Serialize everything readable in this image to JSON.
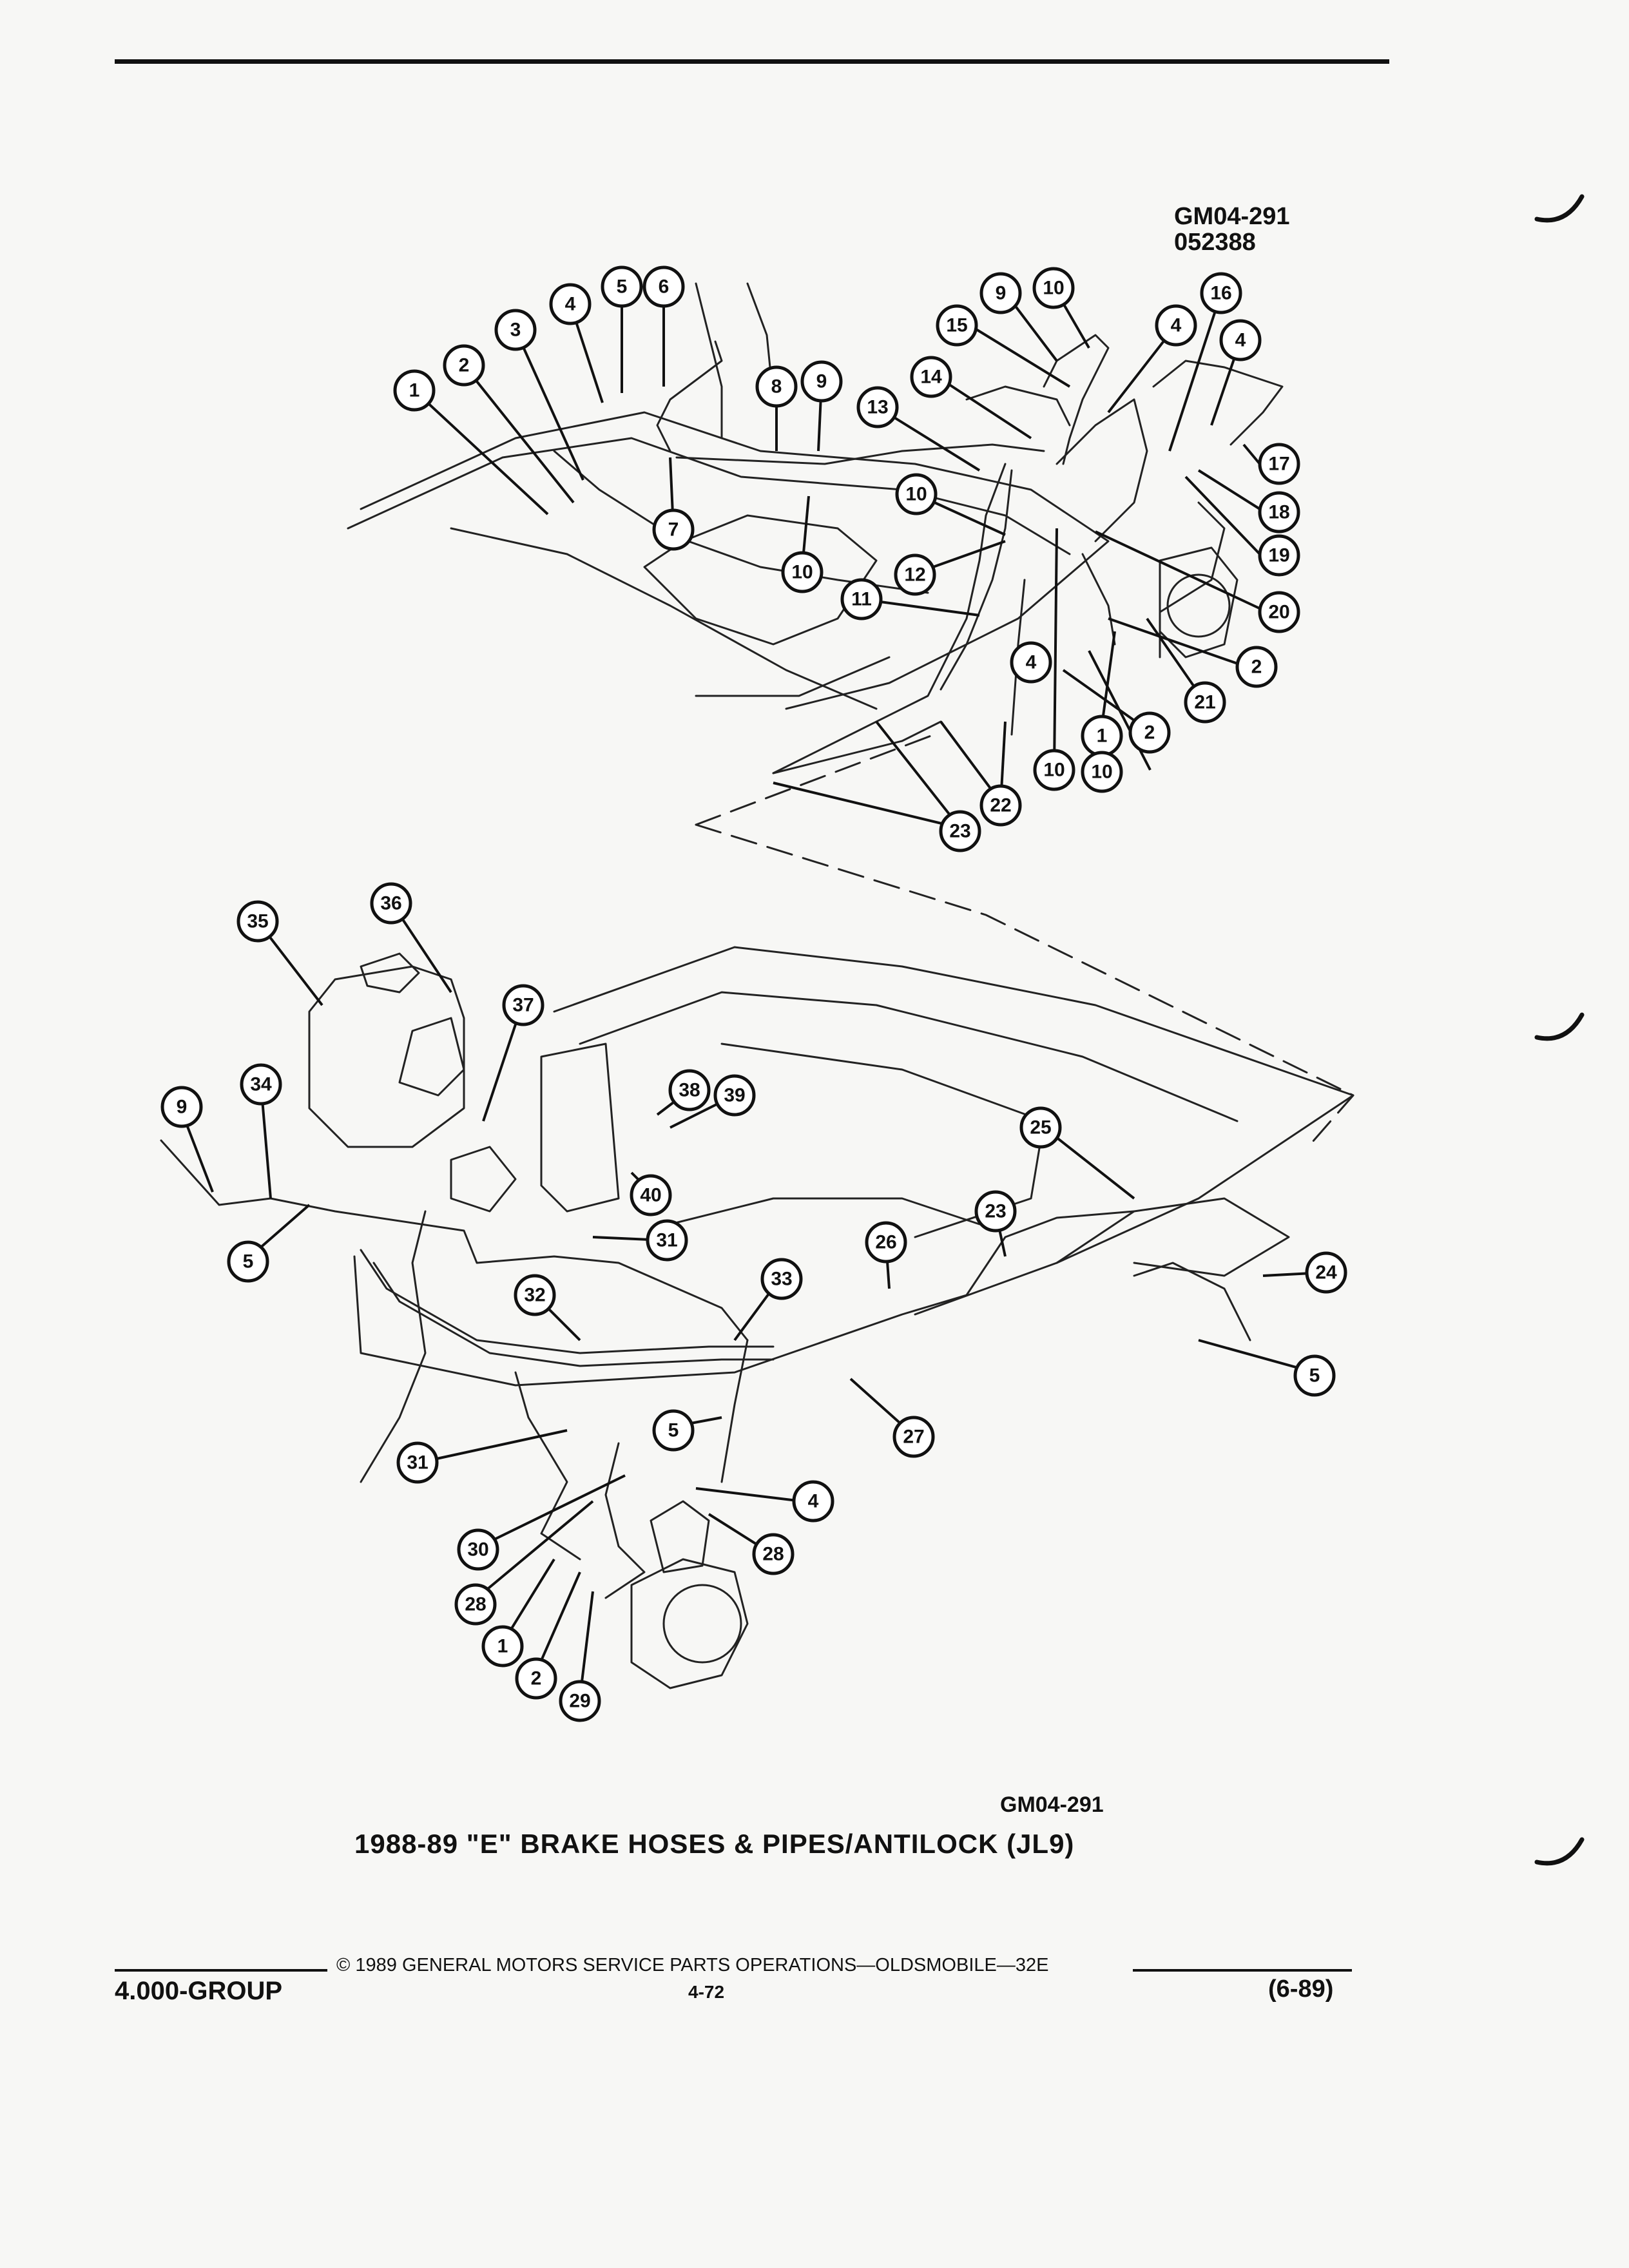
{
  "figure": {
    "code_top": "GM04-291",
    "date_code": "052388",
    "code_bottom": "GM04-291",
    "title": "1988-89 \"E\" BRAKE HOSES & PIPES/ANTILOCK (JL9)"
  },
  "footer": {
    "copyright": "© 1989 GENERAL MOTORS SERVICE PARTS OPERATIONS—OLDSMOBILE—32E",
    "group": "4.000-GROUP",
    "page": "4-72",
    "revision": "(6-89)"
  },
  "callouts": {
    "c1a": "1",
    "c2a": "2",
    "c3": "3",
    "c4a": "4",
    "c5a": "5",
    "c6": "6",
    "c7": "7",
    "c8": "8",
    "c9a": "9",
    "c10a": "10",
    "c9b": "9",
    "c10b": "10",
    "c15": "15",
    "c4b": "4",
    "c16": "16",
    "c4c": "4",
    "c14": "14",
    "c13": "13",
    "c17": "17",
    "c18": "18",
    "c19": "19",
    "c10c": "10",
    "c10d": "10",
    "c12": "12",
    "c11": "11",
    "c20": "20",
    "c2b": "2",
    "c4d": "4",
    "c21": "21",
    "c1b": "1",
    "c2c": "2",
    "c10e": "10",
    "c22": "22",
    "c23a": "23",
    "c35": "35",
    "c36": "36",
    "c37": "37",
    "c38": "38",
    "c39": "39",
    "c40": "40",
    "c9c": "9",
    "c34": "34",
    "c5b": "5",
    "c31a": "31",
    "c32": "32",
    "c33": "33",
    "c26": "26",
    "c23b": "23",
    "c25": "25",
    "c24": "24",
    "c5c": "5",
    "c27": "27",
    "c5d": "5",
    "c31b": "31",
    "c4e": "4",
    "c30": "30",
    "c28a": "28",
    "c28b": "28",
    "c1c": "1",
    "c2d": "2",
    "c29": "29"
  }
}
